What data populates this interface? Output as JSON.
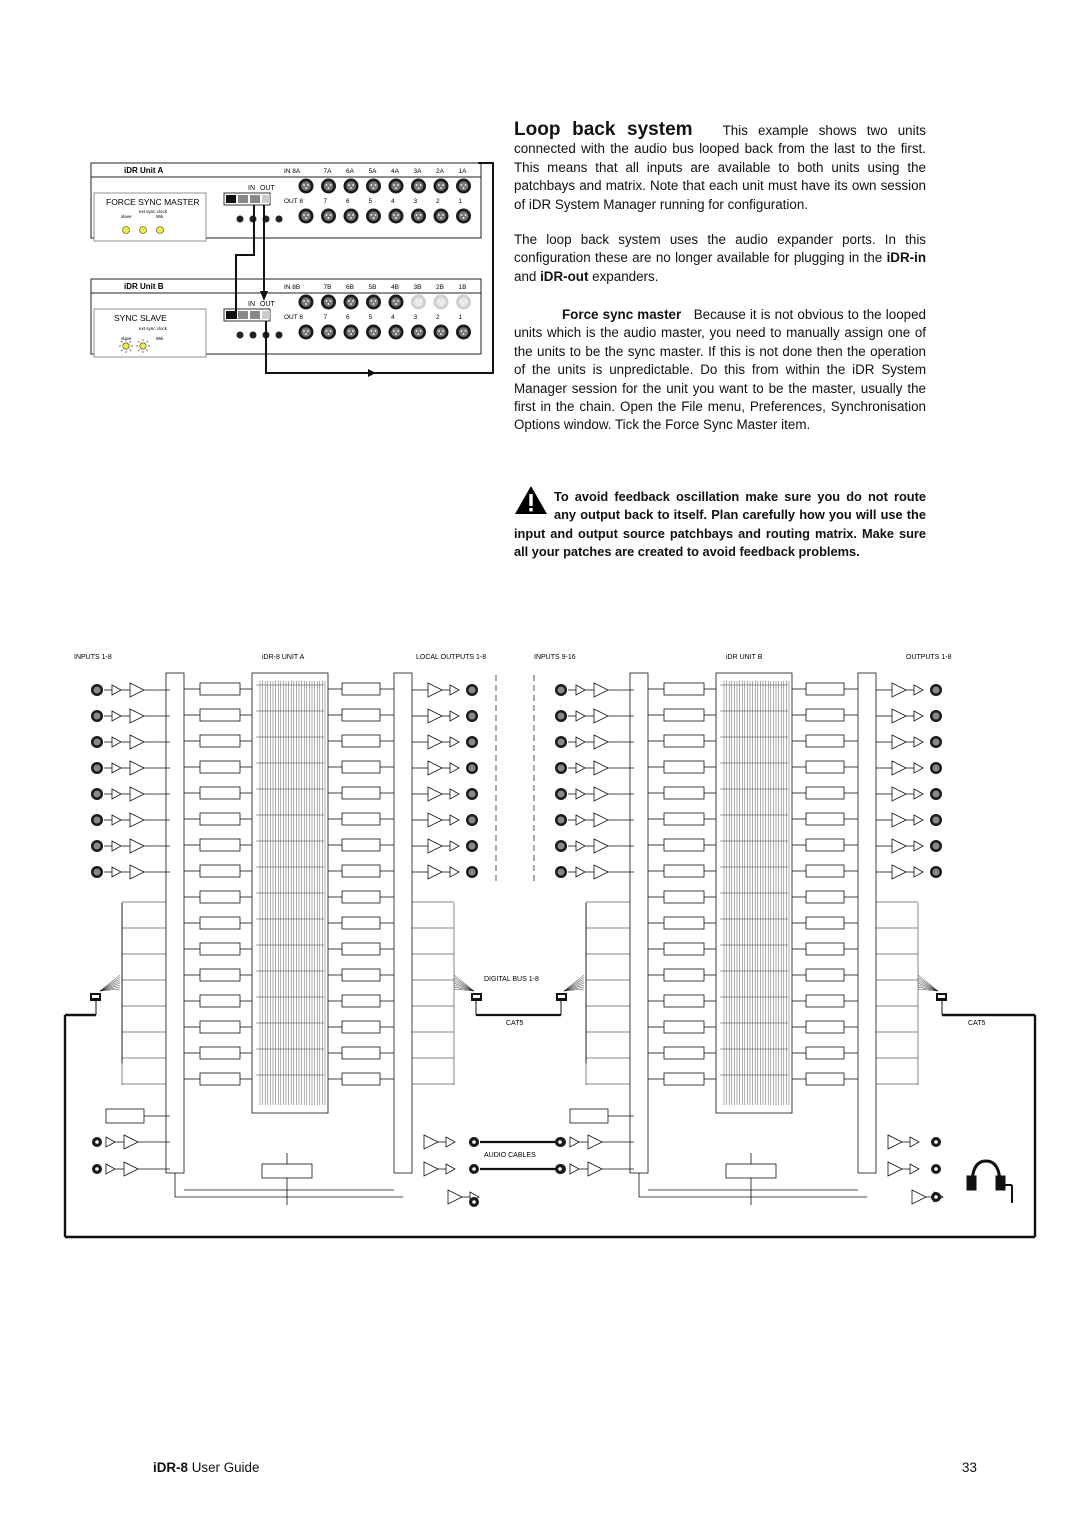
{
  "loop_back": {
    "heading": "Loop back system",
    "intro": "This example shows two units connected with the audio bus looped back from the last to the first.  This means that all inputs are available to both units using the patchbays and matrix.  Note that each unit must have its own session of iDR System Manager running for configuration.",
    "para2_text": "The loop back system uses the audio expander ports.  In this configuration these are no longer available for plugging in the",
    "para2_idr_in": "iDR-in",
    "para2_and": "and",
    "para2_idr_out": "iDR-out",
    "para2_end": "expanders."
  },
  "force_sync": {
    "heading": "Force sync master",
    "body": "Because it is not obvious to the looped units which is the audio master, you need to manually assign one of the units to be the sync master.  If this is not done then the operation of the units is unpredictable.  Do this from within the iDR System Manager session for the unit you want to be the master, usually the first in the chain.  Open the File menu, Preferences, Synchronisation Options window.  Tick the Force Sync Master item."
  },
  "warning": {
    "icon": "warning-triangle-icon",
    "text": "To avoid feedback oscillation make sure you do not route any output back to itself.  Plan carefully how you will use the input and output source patchbays and routing matrix.  Make sure all your patches are created to avoid feedback problems."
  },
  "rear_panel": {
    "unit_a": {
      "title": "iDR  Unit A",
      "sync_label": "FORCE SYNC MASTER",
      "led_labels": [
        "slave",
        "ext sync clock",
        "96k"
      ],
      "in_label": "IN",
      "out_label": "OUT",
      "in_row": [
        "IN  8A",
        "7A",
        "6A",
        "5A",
        "4A",
        "3A",
        "2A",
        "1A"
      ],
      "out_row": [
        "OUT 8",
        "7",
        "6",
        "5",
        "4",
        "3",
        "2",
        "1"
      ]
    },
    "unit_b": {
      "title": "iDR  Unit B",
      "sync_label": "SYNC SLAVE",
      "led_labels": [
        "slave",
        "ext sync clock",
        "96k"
      ],
      "in_label": "IN",
      "out_label": "OUT",
      "in_row": [
        "IN  8B",
        "7B",
        "6B",
        "5B",
        "4B",
        "3B",
        "2B",
        "1B"
      ],
      "out_row": [
        "OUT 8",
        "7",
        "6",
        "5",
        "4",
        "3",
        "2",
        "1"
      ]
    }
  },
  "block_diagram": {
    "inputs_1_8": "INPUTS 1-8",
    "unit_a": "iDR-8 UNIT A",
    "local_outputs": "LOCAL OUTPUTS 1-8",
    "inputs_9_16": "INPUTS 9-16",
    "unit_b": "iDR UNIT B",
    "outputs_1_8": "OUTPUTS 1-8",
    "digital_bus": "DIGITAL BUS 1-8",
    "cat5_left": "CAT5",
    "cat5_right": "CAT5",
    "audio_cables": "AUDIO CABLES"
  },
  "footer": {
    "product": "iDR-8",
    "guide": "User Guide",
    "page": "33"
  },
  "colors": {
    "led_yellow": "#f3ee3a",
    "ink": "#111111",
    "matrix_grey": "#9a9a9a"
  }
}
